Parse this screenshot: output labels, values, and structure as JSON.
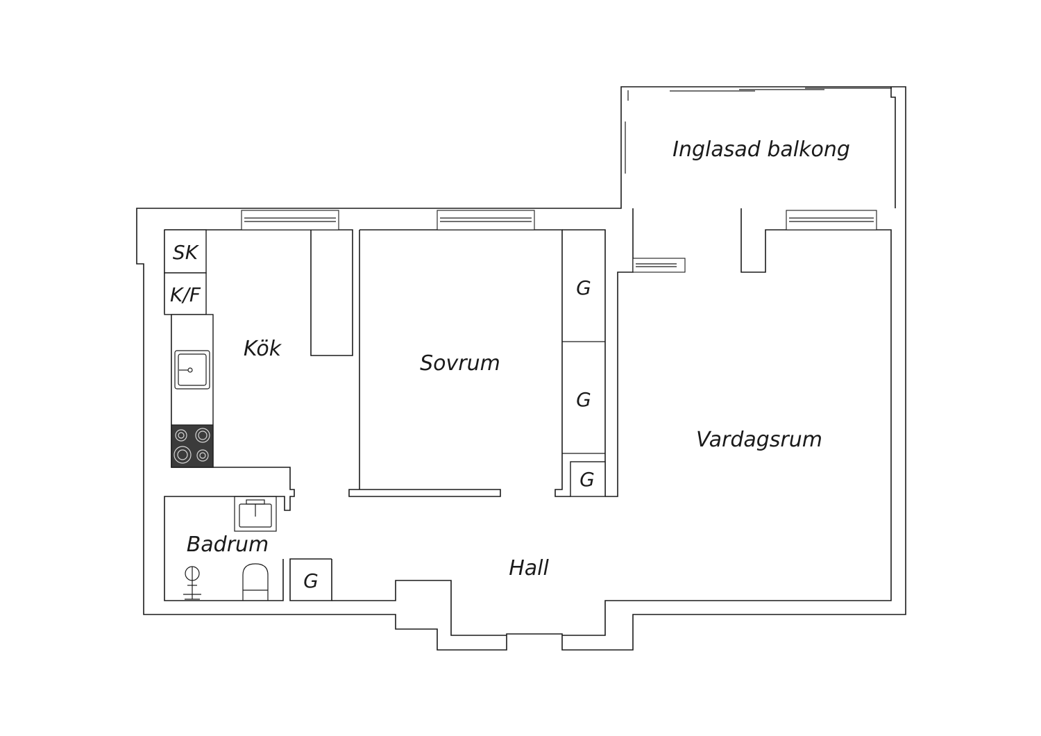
{
  "rooms": {
    "balcony": "Inglasad balkong",
    "kitchen": "Kök",
    "bedroom": "Sovrum",
    "living_room": "Vardagsrum",
    "bathroom": "Badrum",
    "hall": "Hall"
  },
  "fixtures": {
    "freezer": "SK",
    "fridge_freezer": "K/F",
    "wardrobe": "G"
  }
}
